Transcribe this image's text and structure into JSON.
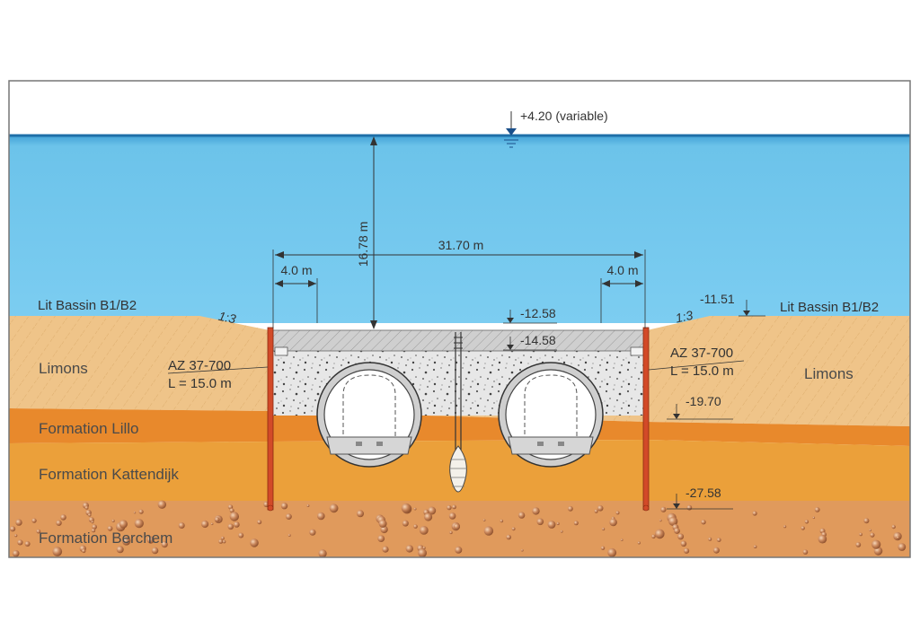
{
  "water_level": {
    "label": "+4.20 (variable)"
  },
  "dimensions": {
    "depth": "16.78 m",
    "total_width": "31.70 m",
    "left_offset": "4.0 m",
    "right_offset": "4.0 m"
  },
  "elevations": {
    "top_fill": "-12.58",
    "top_concrete": "-14.58",
    "right_bed": "-11.51",
    "lillo_top": "-19.70",
    "berchem_top": "-27.58"
  },
  "slopes": {
    "left": "1:3",
    "right": "1:3"
  },
  "bed_labels": {
    "left": "Lit Bassin B1/B2",
    "right": "Lit Bassin B1/B2"
  },
  "sheet_piles": {
    "left": {
      "type": "AZ 37-700",
      "length": "L = 15.0 m"
    },
    "right": {
      "type": "AZ 37-700",
      "length": "L = 15.0 m"
    }
  },
  "layers": {
    "limons_left": "Limons",
    "limons_right": "Limons",
    "lillo": "Formation Lillo",
    "kattendijk": "Formation Kattendijk",
    "berchem": "Formation Berchem"
  },
  "colors": {
    "water": "#6cc3ea",
    "limons": "#efc489",
    "lillo": "#e8892c",
    "kattendijk": "#eba03a",
    "berchem": "#e19b5a",
    "sheet_pile": "#d24a28",
    "concrete": "#d8d8d8"
  }
}
